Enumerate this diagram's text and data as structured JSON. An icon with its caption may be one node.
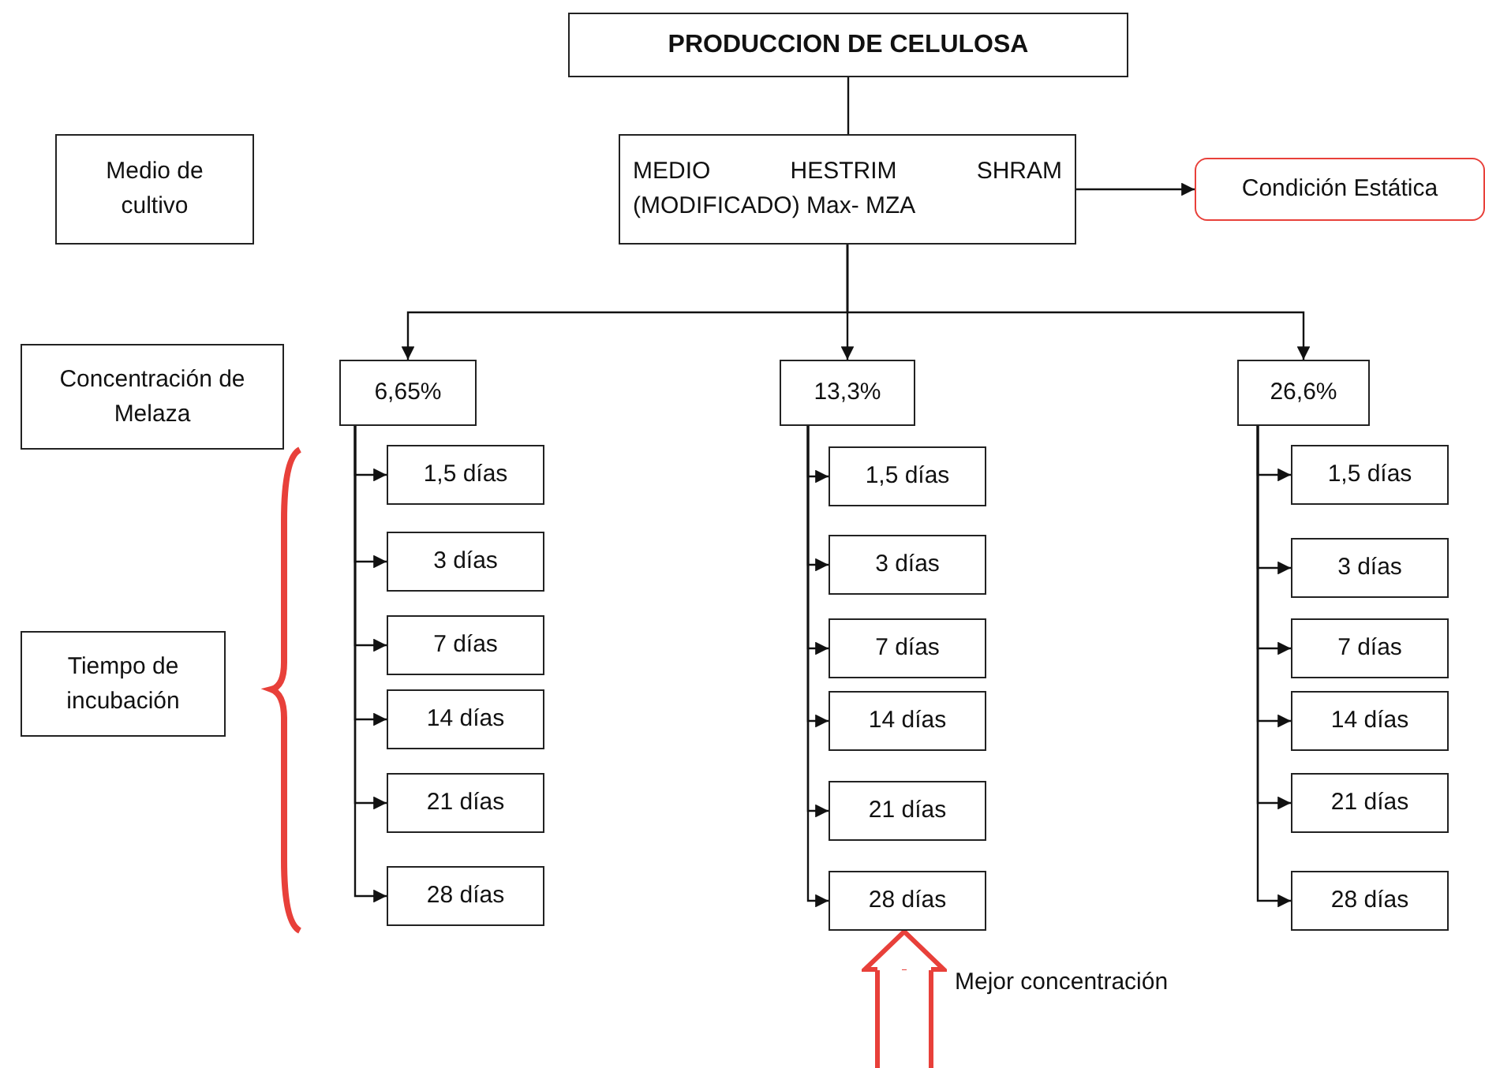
{
  "diagram": {
    "nodes": [
      {
        "text": [
          "PRODUCCION DE CELULOSA"
        ]
      },
      {
        "text": [
          "Medio de cultivo"
        ]
      },
      {
        "text": [
          "MEDIO HESTRIM SHRAM (MODIFICADO) Max- MZA"
        ]
      },
      {
        "text": [
          "Condición Estática"
        ]
      },
      {
        "text": [
          "Concentración de Melaza"
        ]
      },
      {
        "text": [
          "6,65%"
        ]
      },
      {
        "text": [
          "13,3%"
        ]
      },
      {
        "text": [
          "26,6%"
        ]
      },
      {
        "text": [
          "Tiempo de incubación"
        ]
      },
      {
        "text": [
          "1,5 días"
        ]
      },
      {
        "text": [
          "3 días"
        ]
      },
      {
        "text": [
          "7 días"
        ]
      },
      {
        "text": [
          "14 días"
        ]
      },
      {
        "text": [
          "21 días"
        ]
      },
      {
        "text": [
          "28 días"
        ]
      },
      {
        "text": [
          "1,5 días"
        ]
      },
      {
        "text": [
          "3 días"
        ]
      },
      {
        "text": [
          "7 días"
        ]
      },
      {
        "text": [
          "14 días"
        ]
      },
      {
        "text": [
          "21 días"
        ]
      },
      {
        "text": [
          "28 días"
        ]
      },
      {
        "text": [
          "1,5 días"
        ]
      },
      {
        "text": [
          "3 días"
        ]
      },
      {
        "text": [
          "7 días"
        ]
      },
      {
        "text": [
          "14 días"
        ]
      },
      {
        "text": [
          "21 días"
        ]
      },
      {
        "text": [
          "28 días"
        ]
      }
    ],
    "edges": [
      {
        "from": 0,
        "to": 2,
        "arrow": "none"
      },
      {
        "from": 2,
        "to": 3,
        "arrow": "to"
      },
      {
        "from": 2,
        "to": 5,
        "arrow": "to"
      },
      {
        "from": 2,
        "to": 6,
        "arrow": "to"
      },
      {
        "from": 2,
        "to": 7,
        "arrow": "to"
      },
      {
        "from": 5,
        "to": 9,
        "arrow": "to"
      },
      {
        "from": 5,
        "to": 10,
        "arrow": "to"
      },
      {
        "from": 5,
        "to": 11,
        "arrow": "to"
      },
      {
        "from": 5,
        "to": 12,
        "arrow": "to"
      },
      {
        "from": 5,
        "to": 13,
        "arrow": "to"
      },
      {
        "from": 5,
        "to": 14,
        "arrow": "to"
      },
      {
        "from": 6,
        "to": 15,
        "arrow": "to"
      },
      {
        "from": 6,
        "to": 16,
        "arrow": "to"
      },
      {
        "from": 6,
        "to": 17,
        "arrow": "to"
      },
      {
        "from": 6,
        "to": 18,
        "arrow": "to"
      },
      {
        "from": 6,
        "to": 19,
        "arrow": "to"
      },
      {
        "from": 6,
        "to": 20,
        "arrow": "to"
      },
      {
        "from": 7,
        "to": 21,
        "arrow": "to"
      },
      {
        "from": 7,
        "to": 22,
        "arrow": "to"
      },
      {
        "from": 7,
        "to": 23,
        "arrow": "to"
      },
      {
        "from": 7,
        "to": 24,
        "arrow": "to"
      },
      {
        "from": 7,
        "to": 25,
        "arrow": "to"
      },
      {
        "from": 7,
        "to": 26,
        "arrow": "to"
      },
      {
        "from": null,
        "to": 20,
        "arrow": "to",
        "label": "Mejor concentración",
        "style": "thick",
        "color": "#e8403a"
      }
    ]
  }
}
